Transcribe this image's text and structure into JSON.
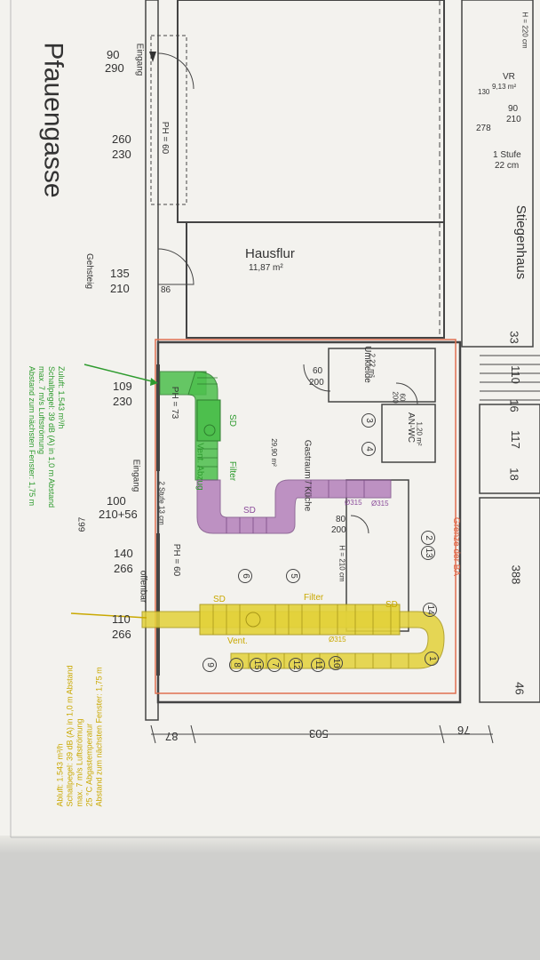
{
  "street": "Pfauengasse",
  "sidewalk": "Gehsteig",
  "rooms": {
    "hausflur_name": "Hausflur",
    "hausflur_area": "11,87 m²",
    "stiegenhaus": "Stiegenhaus",
    "umkleide_name": "Umkleide",
    "umkleide_area": "2,22 m²",
    "anwc_name": "AN-WC",
    "anwc_area": "1,20 m²",
    "gastraum_name": "Gastraum / Küche",
    "gastraum_area": "29,90 m²",
    "vr_name": "VR",
    "vr_area": "9,13 m²"
  },
  "labels": {
    "eingang_top": "Eingang",
    "eingang_mid": "Eingang",
    "offenbar": "offenbar",
    "ph60_top": "PH = 60",
    "ph73": "PH = 73",
    "ph60_mid": "PH = 60",
    "h220": "H = 220 cm",
    "stufe": "1 Stufe",
    "stufe_cm": "22 cm",
    "grenze": "Grenze der BA",
    "h210": "H = 210 cm",
    "sturz": "2 Stufe 13 cm"
  },
  "dims": {
    "d90_290": [
      "90",
      "290"
    ],
    "d260_230": [
      "260",
      "230"
    ],
    "d135_210": [
      "135",
      "210"
    ],
    "d86": "86",
    "d109_230": [
      "109",
      "230"
    ],
    "d100_210": [
      "100",
      "210+56"
    ],
    "d667": "667",
    "d140_266": [
      "140",
      "266"
    ],
    "d110_266": [
      "110",
      "266"
    ],
    "d60_200_a": [
      "60",
      "200"
    ],
    "d60_200_b": [
      "60",
      "200"
    ],
    "d80_200": [
      "80",
      "200"
    ],
    "d90_210": [
      "90",
      "210"
    ],
    "d278": "278",
    "d130": "130",
    "d33": "33",
    "d110": "110",
    "d16": "16",
    "d117": "117",
    "d18": "18",
    "d388": "388",
    "d46": "46",
    "d87": "87",
    "d503": "503",
    "d76": "76"
  },
  "duct": {
    "sd": "SD",
    "filter": "Filter",
    "vent_green": "Vent. Abzug",
    "vent_yellow": "Vent.",
    "d315_a": "Ø315",
    "d315_b": "Ø315",
    "d315_c": "Ø315"
  },
  "notes_green": [
    "Zuluft: 1.543 m³/h",
    "Schallpegel: 39 dB (A) in 1,0 m Abstand",
    "max. 7 m/s Luftströmung",
    "Abstand zum nächsten Fenster: 1,75 m"
  ],
  "notes_yellow": [
    "Abluft: 1.543 m³/h",
    "Schallpegel: 39 dB (A) in 1,0 m Abstand",
    "max. 7 m/s Luftströmung",
    "25 °C Abgastemperatur",
    "Abstand zum nächsten Fenster: 1,75 m"
  ],
  "numbers": [
    "1",
    "2",
    "3",
    "4",
    "5",
    "6",
    "7",
    "8",
    "9",
    "10",
    "11",
    "12",
    "13",
    "14",
    "15"
  ],
  "colors": {
    "green_duct": "#4dbf4d",
    "yellow_duct": "#e3d23a",
    "purple_duct": "#b07ab8",
    "boundary": "#e07050"
  }
}
